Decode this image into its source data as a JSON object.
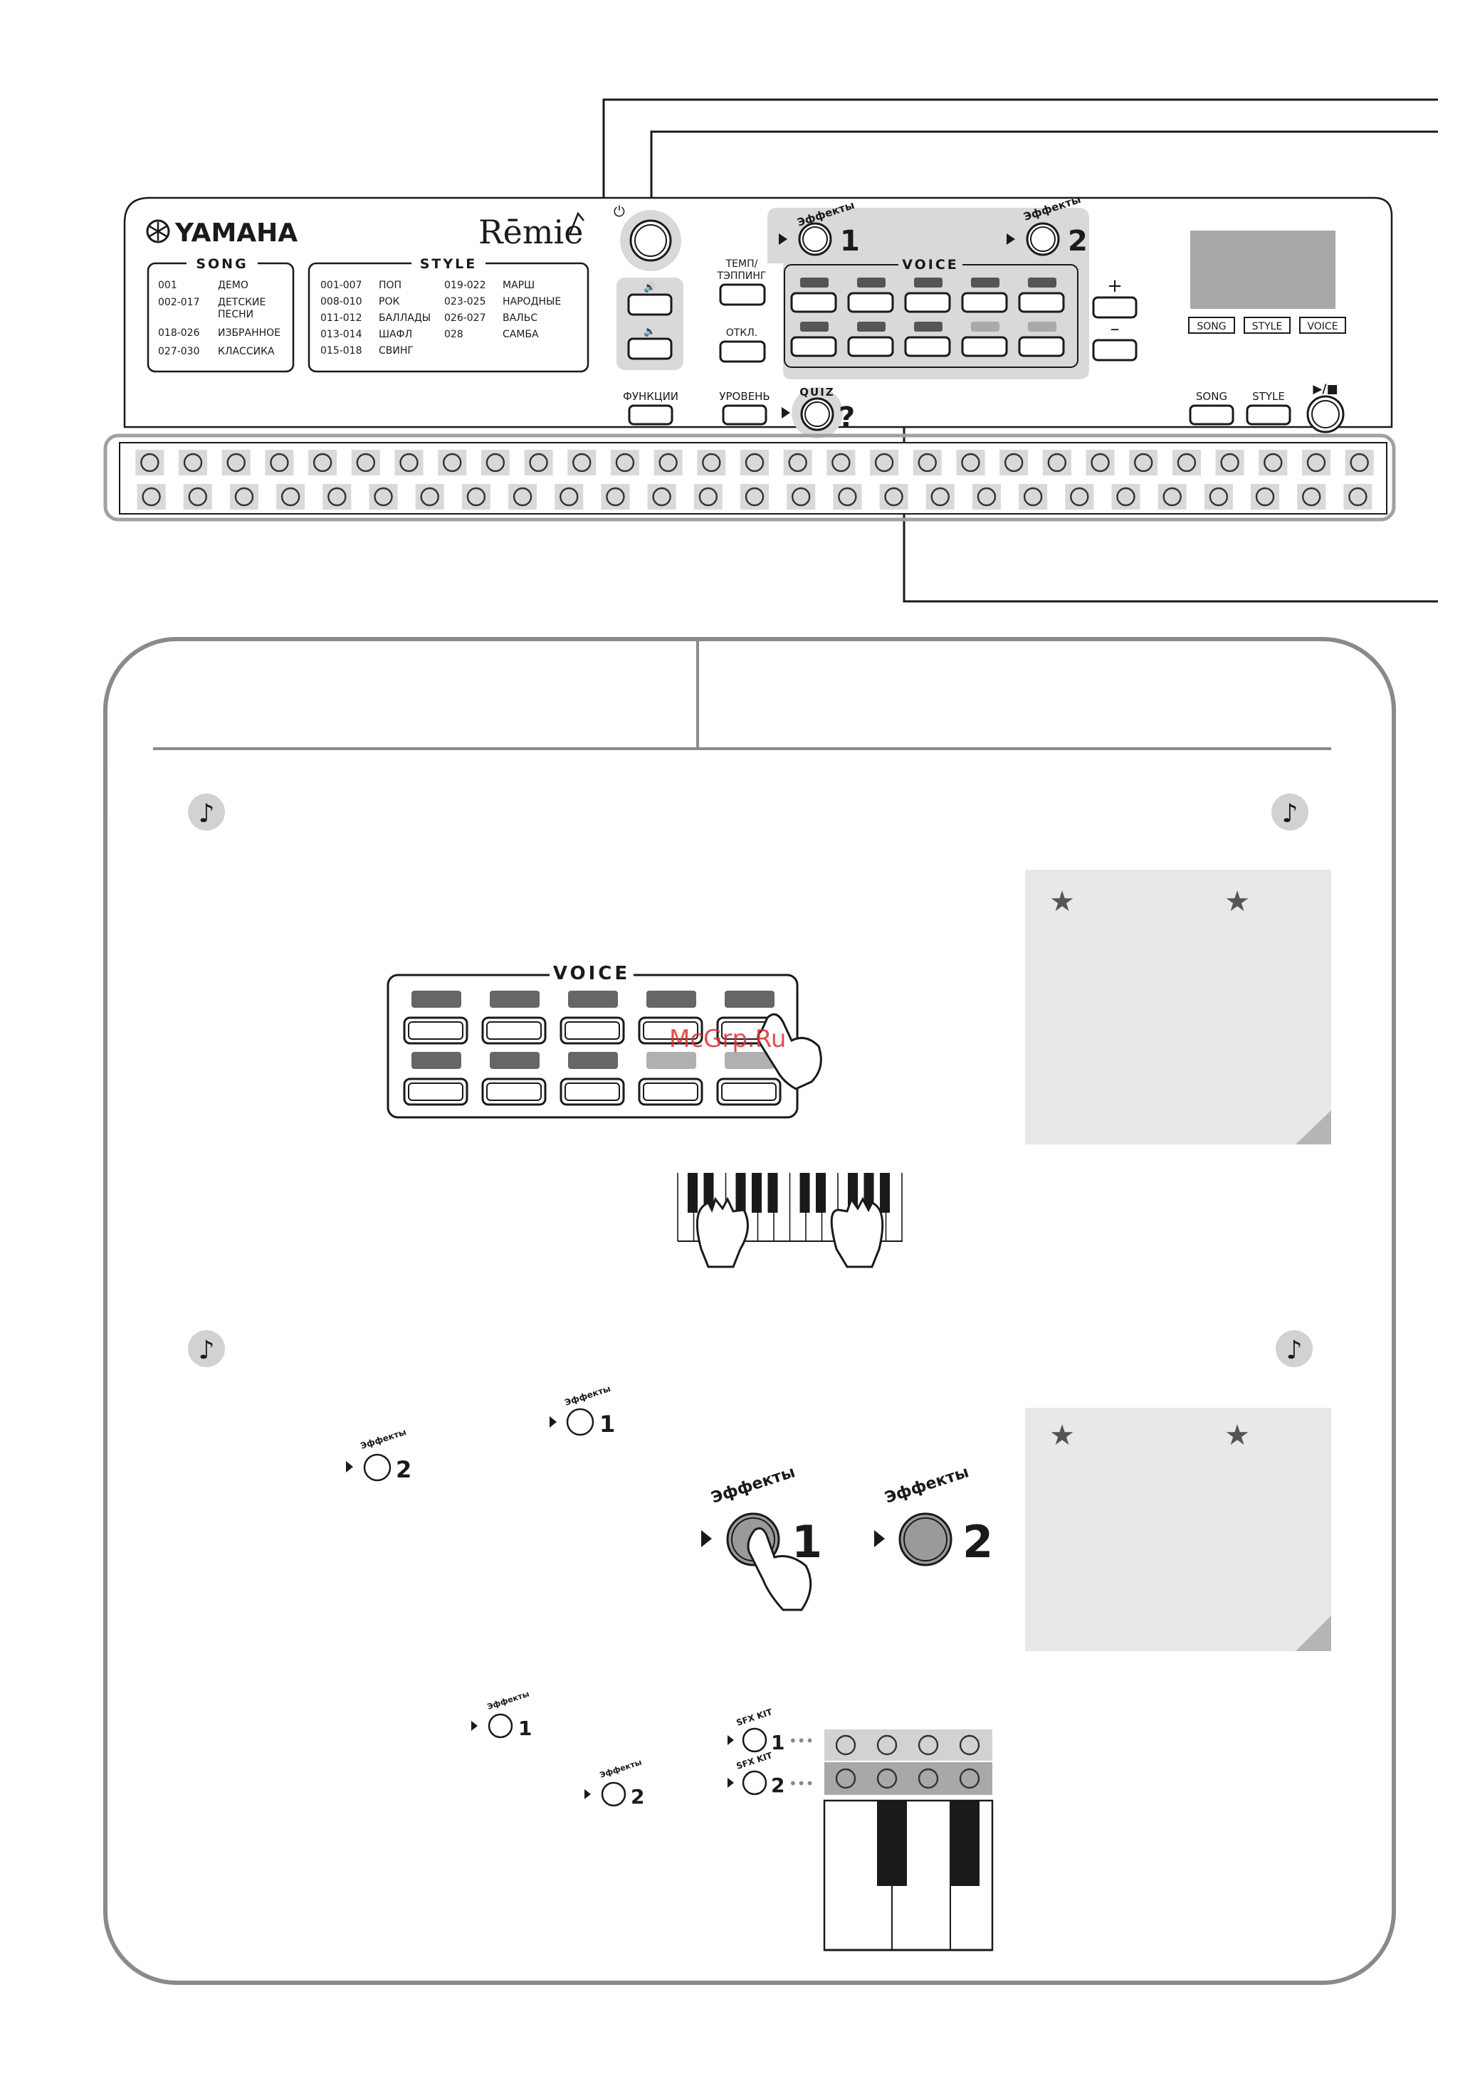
{
  "keyboard": {
    "brand": "YAMAHA",
    "model": "Rēmie",
    "song_heading": "SONG",
    "song_list": [
      {
        "num": "001",
        "name": "ДЕМО"
      },
      {
        "num": "002-017",
        "name": "ДЕТСКИЕ"
      },
      {
        "num": "",
        "name": "ПЕСНИ"
      },
      {
        "num": "018-026",
        "name": "ИЗБРАННОЕ"
      },
      {
        "num": "027-030",
        "name": "КЛАССИКА"
      }
    ],
    "style_heading": "STYLE",
    "style_list_left": [
      {
        "num": "001-007",
        "name": "ПОП"
      },
      {
        "num": "008-010",
        "name": "РОК"
      },
      {
        "num": "011-012",
        "name": "БАЛЛАДЫ"
      },
      {
        "num": "013-014",
        "name": "ШАФЛ"
      },
      {
        "num": "015-018",
        "name": "СВИНГ"
      }
    ],
    "style_list_right": [
      {
        "num": "019-022",
        "name": "МАРШ"
      },
      {
        "num": "023-025",
        "name": "НАРОДНЫЕ"
      },
      {
        "num": "026-027",
        "name": "ВАЛЬС"
      },
      {
        "num": "028",
        "name": "САМБА"
      }
    ],
    "power_symbol": "⏻",
    "tempo_label_1": "ТЕМП/",
    "tempo_label_2": "ТЭППИНГ",
    "off_label": "ОТКЛ.",
    "effects_label": "Эффекты",
    "effects_num_1": "1",
    "effects_num_2": "2",
    "voice_heading": "VOICE",
    "plus": "+",
    "minus": "–",
    "display_buttons": [
      "SONG",
      "STYLE",
      "VOICE"
    ],
    "functions_label": "ФУНКЦИИ",
    "level_label": "УРОВЕНЬ",
    "quiz_label": "QUIZ",
    "quiz_mark": "?",
    "song_button": "SONG",
    "style_button": "STYLE",
    "play_stop": "▶/■"
  },
  "lower_panel": {
    "voice_heading": "VOICE",
    "effects_label": "Эффекты",
    "effects_num_1": "1",
    "effects_num_2": "2",
    "sfx_label": "SFX KIT",
    "sfx_num_1": "1",
    "sfx_num_2": "2",
    "dots": "•••",
    "star": "★",
    "note": "♪"
  },
  "watermark": "McGrp.Ru"
}
